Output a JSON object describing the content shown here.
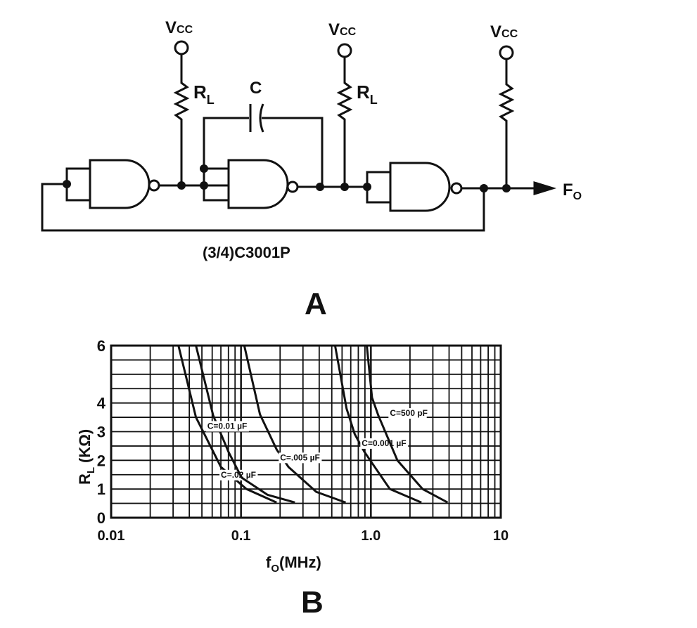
{
  "circuit": {
    "vcc_labels": [
      "V",
      "V",
      "V"
    ],
    "vcc_subscript": "CC",
    "resistor_label": "R",
    "resistor_subscript": "L",
    "capacitor_label": "C",
    "output_label": "F",
    "output_subscript": "O",
    "part_label": "(3/4)C3001P",
    "figure_label": "A"
  },
  "figure_b_label": "B",
  "chart_data": {
    "type": "line",
    "xscale": "log",
    "xlabel": "f",
    "xlabel_sub": "O",
    "xlabel_unit": "(MHz)",
    "ylabel": "R",
    "ylabel_sub": "L",
    "ylabel_unit": "(KΩ)",
    "xlim": [
      0.01,
      10
    ],
    "ylim": [
      0,
      6
    ],
    "xticks": [
      "0.01",
      "0.1",
      "1.0",
      "10"
    ],
    "xtick_values": [
      0.01,
      0.1,
      1,
      10
    ],
    "yticks": [
      "0",
      "1",
      "2",
      "3",
      "4",
      "6"
    ],
    "ytick_values": [
      0,
      1,
      2,
      3,
      4,
      6
    ],
    "grid": true,
    "series": [
      {
        "name": "C=.02 µF",
        "points": [
          [
            0.033,
            6
          ],
          [
            0.045,
            3.5
          ],
          [
            0.07,
            1.77
          ],
          [
            0.11,
            1.0
          ],
          [
            0.188,
            0.53
          ]
        ],
        "label_at": [
          0.07,
          1.4
        ]
      },
      {
        "name": "C=0.01 µF",
        "points": [
          [
            0.045,
            6
          ],
          [
            0.061,
            3.57
          ],
          [
            0.08,
            2.3
          ],
          [
            0.101,
            1.4
          ],
          [
            0.16,
            0.8
          ],
          [
            0.26,
            0.53
          ]
        ],
        "label_at": [
          0.055,
          3.1
        ]
      },
      {
        "name": "C=.005 µF",
        "points": [
          [
            0.106,
            6
          ],
          [
            0.14,
            3.6
          ],
          [
            0.188,
            2.38
          ],
          [
            0.232,
            1.77
          ],
          [
            0.38,
            0.9
          ],
          [
            0.64,
            0.53
          ]
        ],
        "label_at": [
          0.2,
          2.0
        ]
      },
      {
        "name": "C=0.001 µF",
        "points": [
          [
            0.53,
            6
          ],
          [
            0.65,
            3.8
          ],
          [
            0.75,
            2.92
          ],
          [
            0.89,
            2.3
          ],
          [
            1.4,
            1.0
          ],
          [
            2.45,
            0.53
          ]
        ],
        "label_at": [
          0.85,
          2.5
        ]
      },
      {
        "name": "C=500 pF",
        "points": [
          [
            0.93,
            6
          ],
          [
            1.02,
            4.19
          ],
          [
            1.14,
            3.57
          ],
          [
            1.6,
            2.0
          ],
          [
            2.5,
            1.0
          ],
          [
            3.9,
            0.53
          ]
        ],
        "label_at": [
          1.4,
          3.55
        ]
      }
    ]
  }
}
